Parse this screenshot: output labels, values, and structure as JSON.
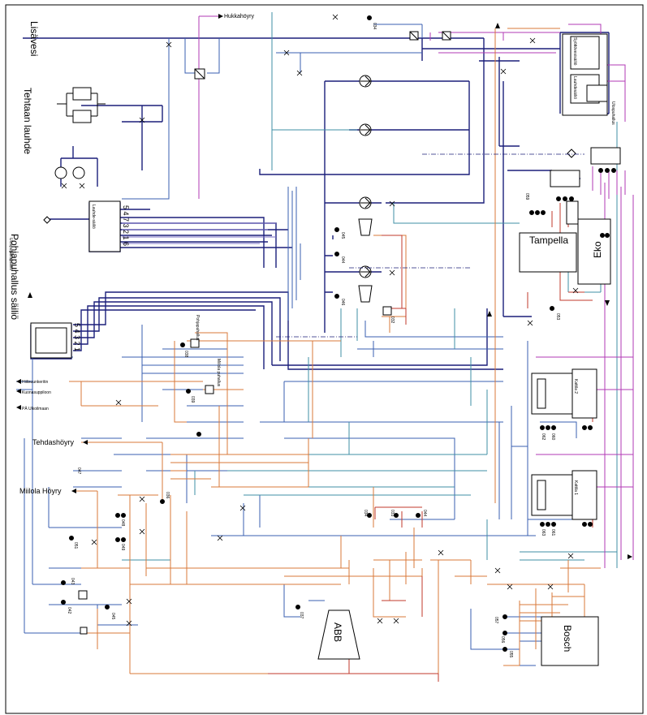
{
  "colors": {
    "navy": "#1b1f7a",
    "blue": "#3a5fb0",
    "teal": "#3f8fa6",
    "steel": "#5b88b8",
    "orange": "#d9783a",
    "red": "#c0392b",
    "magenta": "#b23ab5",
    "violet": "#7a6fc6",
    "black": "#000000"
  },
  "labels": {
    "lisavesi": "Lisävesi",
    "tehtaan_lauhde": "Tehtaan lauhde",
    "hukka_hoyry": "Hukkahöyry",
    "pohjapuhallus_sailio": "Pohjapuhallus säiliö",
    "pohjapuhallus_small": "Ulospuhallussäiliö",
    "hiilisuunkeritin": "Hiilisuunkeritin",
    "kuonasuppiloon": "Kuonasuppiloon",
    "pa_ulkoilmaan": "PÄ Ulkoilmaan",
    "tehdashoyry": "Tehdashöyry",
    "miilolan_hoyry": "Miilola Höyry",
    "tampella": "Tampella",
    "eko": "Eko",
    "kattila_2": "Kattila 2",
    "kattila_1": "Kattila 1",
    "abb": "ABB",
    "bosch": "Bosch",
    "syottovesi_sailio": "Syöttövesisäiliö",
    "lauhdesailio": "Lauhdesäiliö",
    "ulospuhallus": "Ulospuhallus",
    "pohjapuhallus_lbl": "Pohjapuhallus",
    "miilola_puhallus": "Miilola puhallus",
    "lauhde_sailio_small": "Lauhde-säiliö",
    "numbers_col1": "5 4 7 3 2 1 6",
    "numbers_col2": "5 4 3 2 1",
    "tag_034": "034",
    "tag_030": "030",
    "tag_031": "031",
    "tag_032": "032",
    "tag_033": "033",
    "tag_035": "035",
    "tag_036": "036",
    "tag_037": "037",
    "tag_038": "038",
    "tag_039": "039",
    "tag_040": "040",
    "tag_041": "041",
    "tag_042": "042",
    "tag_043": "043",
    "tag_044": "044",
    "tag_045": "045",
    "tag_046": "046",
    "tag_047": "047",
    "tag_048": "048",
    "tag_049": "049",
    "tag_050": "050",
    "tag_051": "051",
    "tag_052": "052",
    "tag_053": "053",
    "tag_054": "054",
    "tag_055": "055",
    "tag_056": "056",
    "tag_057": "057",
    "tag_058": "058",
    "tag_059": "059",
    "tag_060": "060",
    "tag_061": "061",
    "tag_062": "062",
    "tag_063": "063"
  }
}
